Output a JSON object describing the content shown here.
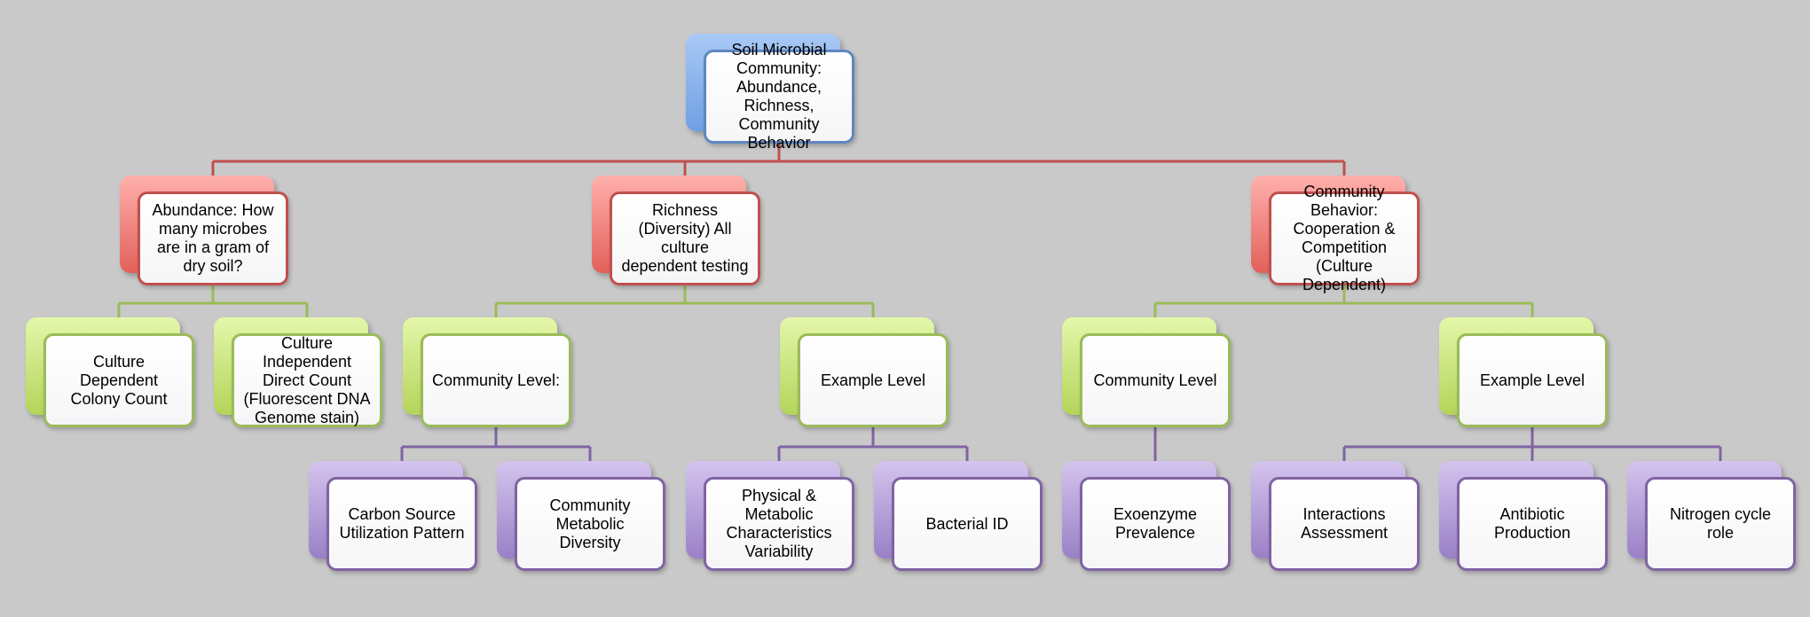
{
  "diagram": {
    "title": "Soil Microbial Community hierarchy",
    "colors": {
      "background": "#c9c9c9",
      "level0": "#4f81bd",
      "level1": "#c0504d",
      "level2": "#9bbb59",
      "level3": "#8064a2"
    },
    "nodes": [
      {
        "id": "root",
        "level": 0,
        "parent": null,
        "label": "Soil Microbial\nCommunity:\nAbundance,\nRichness,\nCommunity\nBehavior"
      },
      {
        "id": "abundance",
        "level": 1,
        "parent": "root",
        "label": "Abundance: How\nmany microbes\nare in a gram of\ndry soil?"
      },
      {
        "id": "richness",
        "level": 1,
        "parent": "root",
        "label": "Richness\n(Diversity) All\nculture\ndependent testing"
      },
      {
        "id": "behavior",
        "level": 1,
        "parent": "root",
        "label": "Community\nBehavior:\nCooperation &\nCompetition\n(Culture\nDependent)"
      },
      {
        "id": "culture-dependent-count",
        "level": 2,
        "parent": "abundance",
        "label": "Culture\nDependent\nColony Count"
      },
      {
        "id": "culture-independent-count",
        "level": 2,
        "parent": "abundance",
        "label": "Culture\nIndependent\nDirect Count\n(Fluorescent DNA\nGenome stain)"
      },
      {
        "id": "richness-community-level",
        "level": 2,
        "parent": "richness",
        "label": "Community Level:"
      },
      {
        "id": "richness-example-level",
        "level": 2,
        "parent": "richness",
        "label": "Example Level"
      },
      {
        "id": "behavior-community-level",
        "level": 2,
        "parent": "behavior",
        "label": "Community Level"
      },
      {
        "id": "behavior-example-level",
        "level": 2,
        "parent": "behavior",
        "label": "Example Level"
      },
      {
        "id": "carbon-source",
        "level": 3,
        "parent": "richness-community-level",
        "label": "Carbon Source\nUtilization Pattern"
      },
      {
        "id": "metabolic-diversity",
        "level": 3,
        "parent": "richness-community-level",
        "label": "Community\nMetabolic\nDiversity"
      },
      {
        "id": "physical-metabolic",
        "level": 3,
        "parent": "richness-example-level",
        "label": "Physical &\nMetabolic\nCharacteristics\nVariability"
      },
      {
        "id": "bacterial-id",
        "level": 3,
        "parent": "richness-example-level",
        "label": "Bacterial ID"
      },
      {
        "id": "exoenzyme",
        "level": 3,
        "parent": "behavior-community-level",
        "label": "Exoenzyme\nPrevalence"
      },
      {
        "id": "interactions",
        "level": 3,
        "parent": "behavior-example-level",
        "label": "Interactions\nAssessment"
      },
      {
        "id": "antibiotic",
        "level": 3,
        "parent": "behavior-example-level",
        "label": "Antibiotic\nProduction"
      },
      {
        "id": "nitrogen",
        "level": 3,
        "parent": "behavior-example-level",
        "label": "Nitrogen cycle\nrole"
      }
    ]
  }
}
